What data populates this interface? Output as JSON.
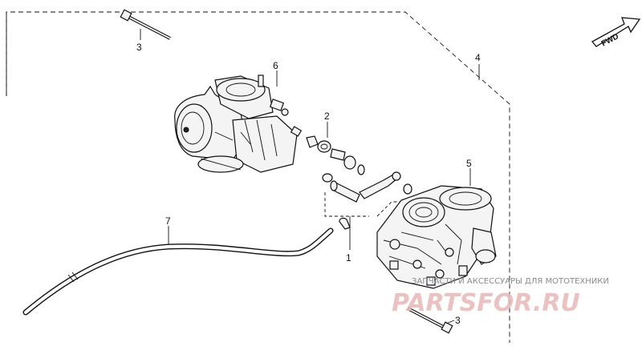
{
  "fwd_label": "FWD",
  "callouts": {
    "c1": "1",
    "c2": "2",
    "c3a": "3",
    "c3b": "3",
    "c4": "4",
    "c5": "5",
    "c6": "6",
    "c7": "7"
  },
  "watermark": {
    "tagline": "ЗАПЧАСТИ И АКСЕССУАРЫ ДЛЯ МОТОТЕХНИКИ",
    "logo": "PARTSFOR.RU"
  }
}
